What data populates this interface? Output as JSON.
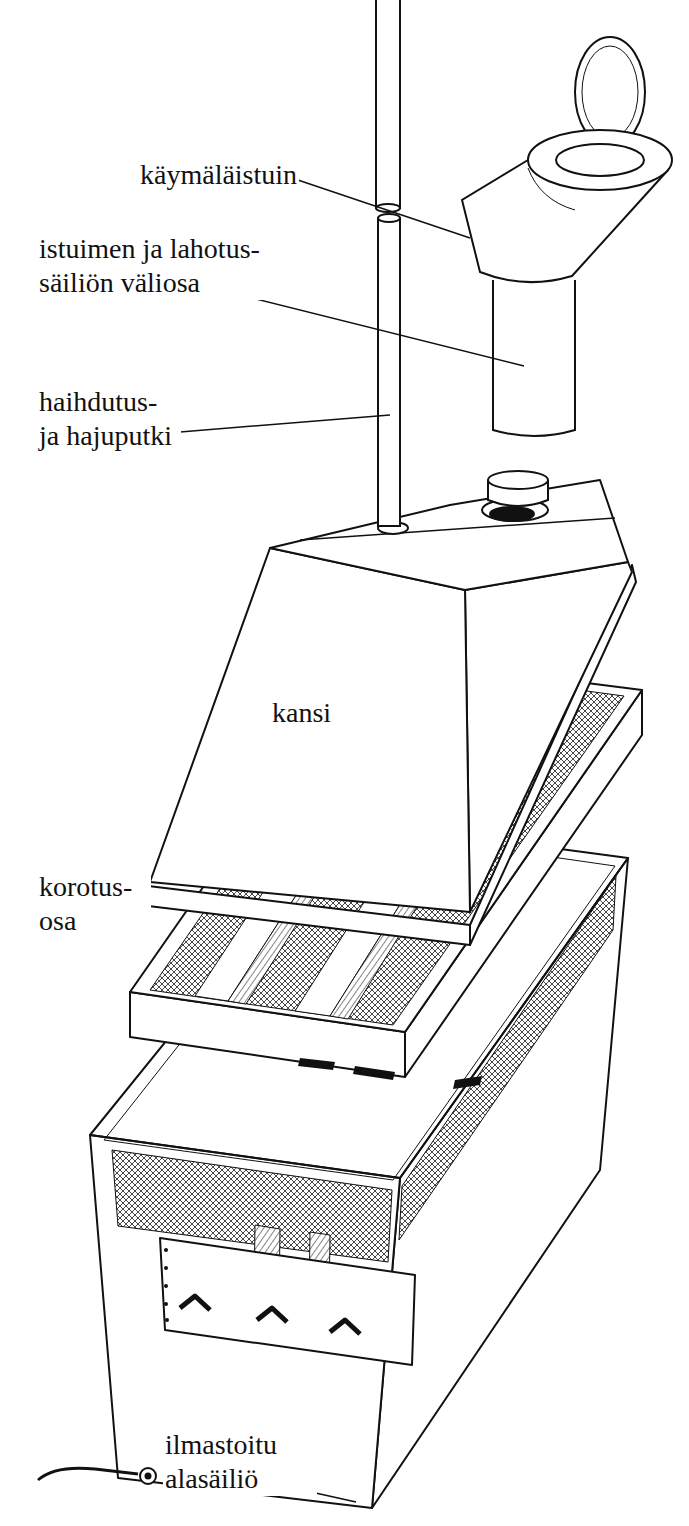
{
  "diagram": {
    "labels": [
      "käymäläistuin",
      "istuimen ja lahotus- säiliön väliosa",
      "haihdutus- ja hajuputki",
      "kansi",
      "korotus- osa",
      "ilmastoitu alasäiliö"
    ]
  }
}
